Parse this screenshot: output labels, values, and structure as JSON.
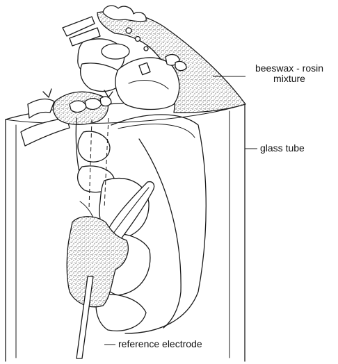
{
  "labels": {
    "wax_line1": "beeswax - rosin",
    "wax_line2": "mixture",
    "glass_tube": "glass tube",
    "reference_electrode": "reference electrode"
  },
  "colors": {
    "ink": "#1a1a1a",
    "stipple": "#3a3a3a",
    "background": "#ffffff"
  }
}
